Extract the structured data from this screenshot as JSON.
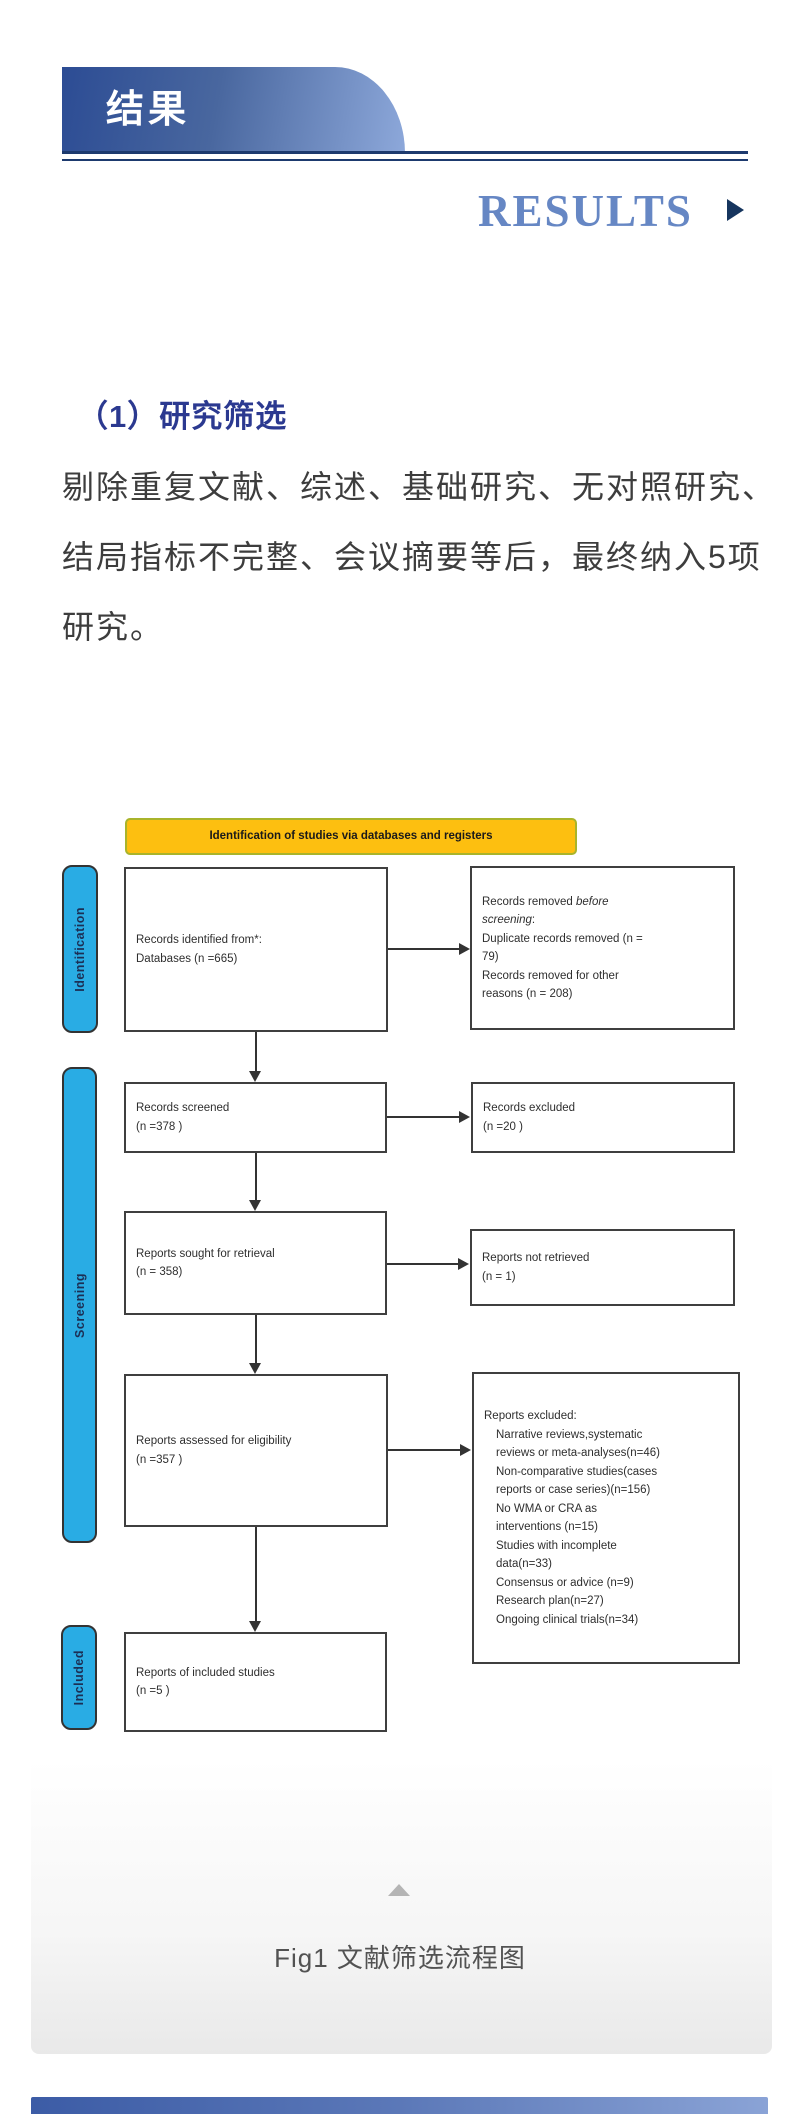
{
  "header": {
    "banner_title": "结果",
    "results_label": "RESULTS",
    "arrow_icon": "play-right-triangle",
    "banner_gradient": [
      "#2c4c94",
      "#8da8da"
    ],
    "results_color": "#6687c4",
    "rule_color": "#1d3a6e"
  },
  "section": {
    "title": "（1）研究筛选",
    "title_color": "#2b3990",
    "paragraph_lines": [
      "剔除重复文献、综述、基础研究、无对照研究、",
      "结局指标不完整、会议摘要等后，最终纳入5项",
      "研究。"
    ]
  },
  "flowchart": {
    "header": "Identification of studies via databases and registers",
    "header_bg": "#fdbf10",
    "header_border": "#a9b42b",
    "stage_bg": "#29ace4",
    "stages": [
      {
        "id": "identification",
        "label": "Identification"
      },
      {
        "id": "screening",
        "label": "Screening"
      },
      {
        "id": "included",
        "label": "Included"
      }
    ],
    "boxes": [
      {
        "id": "records-identified",
        "lines": [
          {
            "segs": [
              {
                "t": "Records identified from*:"
              }
            ]
          },
          {
            "segs": [
              {
                "t": "Databases (n =665)"
              }
            ]
          }
        ]
      },
      {
        "id": "records-removed",
        "lines": [
          {
            "segs": [
              {
                "t": "Records removed "
              },
              {
                "t": "before",
                "i": true
              }
            ]
          },
          {
            "segs": [
              {
                "t": "screening",
                "i": true
              },
              {
                "t": ":"
              }
            ]
          },
          {
            "segs": [
              {
                "t": "Duplicate records removed  (n ="
              }
            ]
          },
          {
            "segs": [
              {
                "t": "79)"
              }
            ]
          },
          {
            "segs": [
              {
                "t": "Records removed for other"
              }
            ]
          },
          {
            "segs": [
              {
                "t": "reasons (n = 208)"
              }
            ]
          }
        ]
      },
      {
        "id": "records-screened",
        "lines": [
          {
            "segs": [
              {
                "t": "Records screened"
              }
            ]
          },
          {
            "segs": [
              {
                "t": "(n =378 )"
              }
            ]
          }
        ]
      },
      {
        "id": "records-excluded",
        "lines": [
          {
            "segs": [
              {
                "t": "Records excluded"
              }
            ]
          },
          {
            "segs": [
              {
                "t": "(n =20 )"
              }
            ]
          }
        ]
      },
      {
        "id": "reports-sought",
        "lines": [
          {
            "segs": [
              {
                "t": "Reports sought for retrieval"
              }
            ]
          },
          {
            "segs": [
              {
                "t": "(n = 358)"
              }
            ]
          }
        ]
      },
      {
        "id": "reports-not-retrieved",
        "lines": [
          {
            "segs": [
              {
                "t": "Reports not retrieved"
              }
            ]
          },
          {
            "segs": [
              {
                "t": "(n = 1)"
              }
            ]
          }
        ]
      },
      {
        "id": "reports-assessed",
        "lines": [
          {
            "segs": [
              {
                "t": "Reports assessed for eligibility"
              }
            ]
          },
          {
            "segs": [
              {
                "t": "(n =357 )"
              }
            ]
          }
        ]
      },
      {
        "id": "reports-excluded",
        "lines": [
          {
            "segs": [
              {
                "t": "Reports excluded:"
              }
            ]
          },
          {
            "segs": [
              {
                "t": "Narrative reviews,systematic"
              }
            ],
            "ind": true
          },
          {
            "segs": [
              {
                "t": "reviews or meta-analyses(n=46)"
              }
            ],
            "ind": true
          },
          {
            "segs": [
              {
                "t": "Non-comparative studies(cases"
              }
            ],
            "ind": true
          },
          {
            "segs": [
              {
                "t": "reports or case series)(n=156)"
              }
            ],
            "ind": true
          },
          {
            "segs": [
              {
                "t": "No WMA or CRA as"
              }
            ],
            "ind": true
          },
          {
            "segs": [
              {
                "t": "interventions (n=15)"
              }
            ],
            "ind": true
          },
          {
            "segs": [
              {
                "t": "Studies with incomplete"
              }
            ],
            "ind": true
          },
          {
            "segs": [
              {
                "t": "data(n=33)"
              }
            ],
            "ind": true
          },
          {
            "segs": [
              {
                "t": "Consensus or advice (n=9)"
              }
            ],
            "ind": true
          },
          {
            "segs": [
              {
                "t": "Research plan(n=27)"
              }
            ],
            "ind": true
          },
          {
            "segs": [
              {
                "t": "Ongoing clinical trials(n=34)"
              }
            ],
            "ind": true
          }
        ]
      },
      {
        "id": "reports-included",
        "lines": [
          {
            "segs": [
              {
                "t": "Reports of included studies"
              }
            ]
          },
          {
            "segs": [
              {
                "t": "(n =5 )"
              }
            ]
          }
        ]
      }
    ]
  },
  "figure": {
    "caption": "Fig1 文献筛选流程图",
    "collapse_icon": "up-triangle"
  }
}
